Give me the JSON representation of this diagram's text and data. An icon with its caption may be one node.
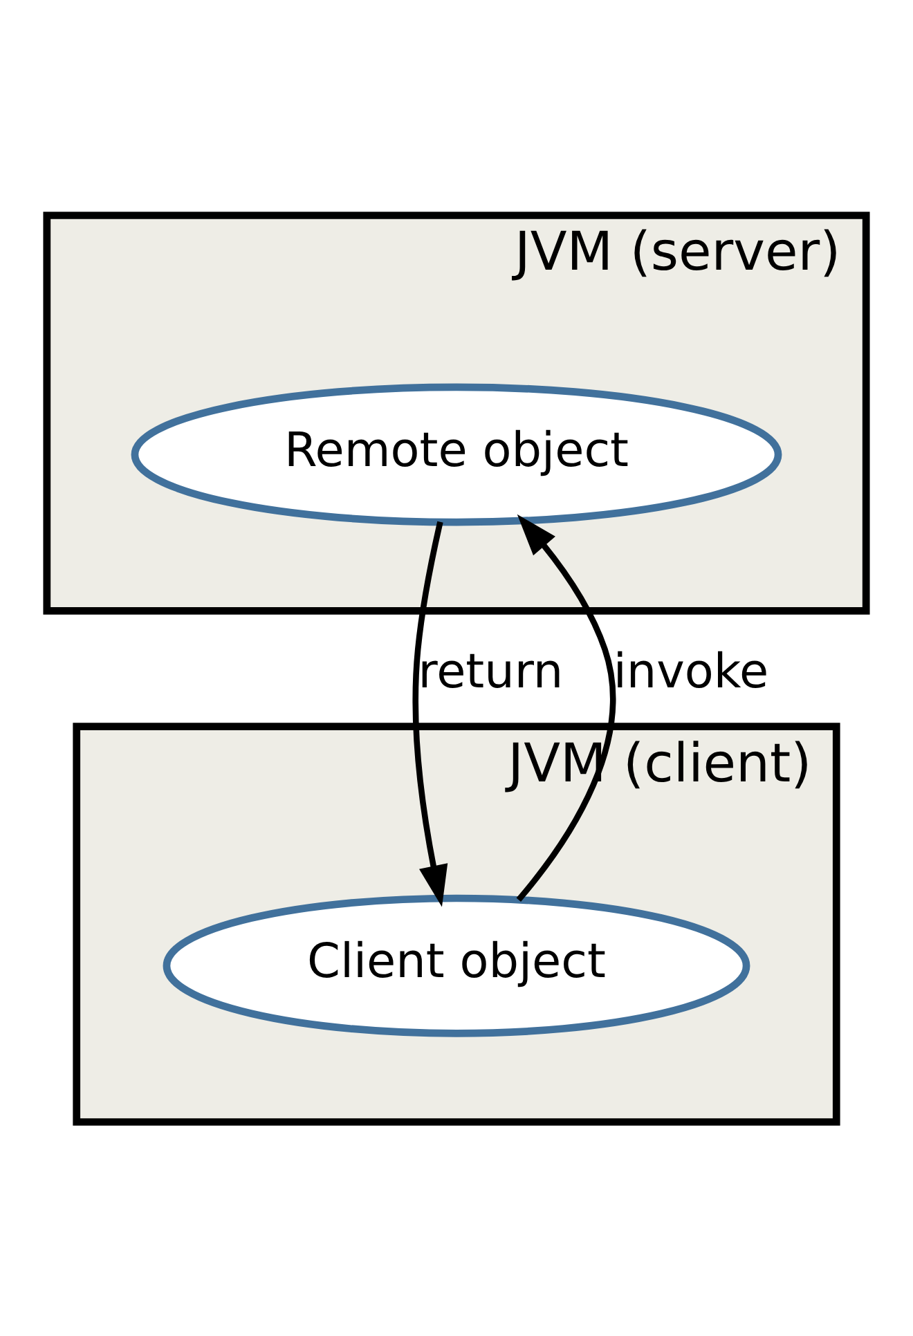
{
  "diagram": {
    "nodes": [
      {
        "text": [
          "JVM (server)"
        ]
      },
      {
        "text": [
          "Remote object"
        ],
        "in": 0
      },
      {
        "text": [
          "JVM (client)"
        ]
      },
      {
        "text": [
          "Client object"
        ],
        "in": 2
      }
    ],
    "edges": [
      {
        "from": 3,
        "to": 1,
        "arrow": "to",
        "label": "invoke"
      },
      {
        "from": 1,
        "to": 3,
        "arrow": "to",
        "label": "return"
      }
    ]
  }
}
